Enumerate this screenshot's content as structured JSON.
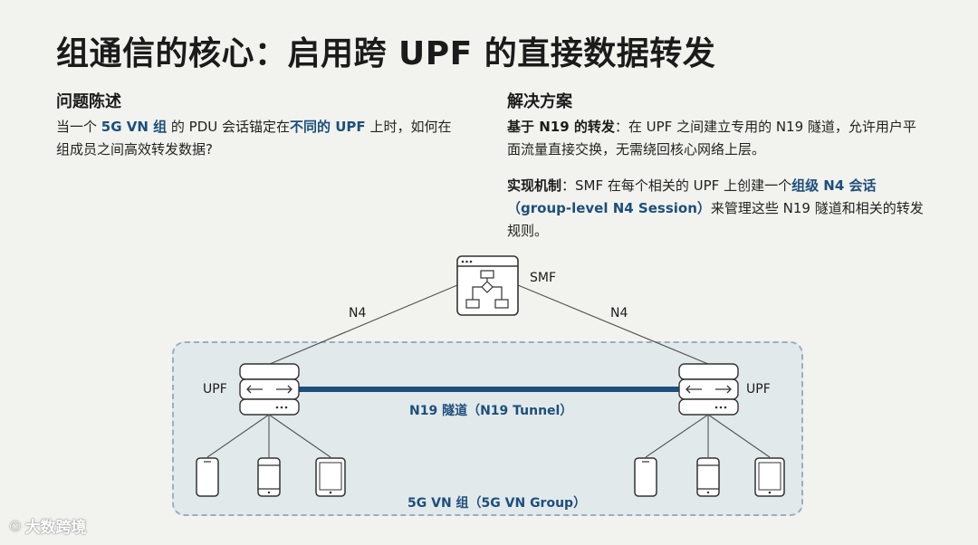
{
  "title": "组通信的核心：启用跨 UPF 的直接数据转发",
  "problem": {
    "heading": "问题陈述",
    "t1": "当一个 ",
    "t2": "5G VN 组",
    "t3": " 的 PDU 会话锚定在",
    "t4": "不同的 UPF",
    "t5": " 上时，如何在组成员之间高效转发数据?"
  },
  "solution": {
    "heading": "解决方案",
    "p1_label": "基于 N19 的转发",
    "p1_text": "：在 UPF 之间建立专用的 N19 隧道，允许用户平面流量直接交换，无需绕回核心网络上层。",
    "p2_label": "实现机制",
    "p2_t1": "：SMF 在每个相关的 UPF 上创建一个",
    "p2_t2": "组级 N4 会话（group-level N4 Session）",
    "p2_t3": "来管理这些 N19 隧道和相关的转发规则。"
  },
  "diagram": {
    "smf_label": "SMF",
    "n4_left": "N4",
    "n4_right": "N4",
    "upf_left_label": "UPF",
    "upf_right_label": "UPF",
    "tunnel_label": "N19 隧道（N19 Tunnel）",
    "group_label": "5G VN 组（5G VN Group）",
    "colors": {
      "tunnel": "#1d4f7c",
      "group_bg": "#d6e0e9",
      "accent": "#1d4f7c"
    }
  },
  "logo": {
    "mark": "☺",
    "text": "大数跨境"
  }
}
